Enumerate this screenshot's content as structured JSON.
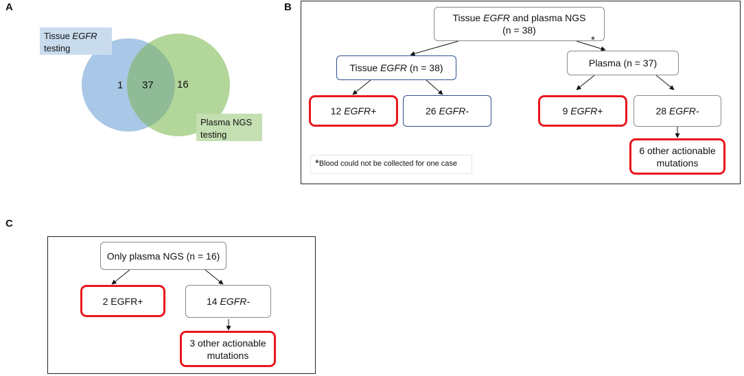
{
  "panels": {
    "a": "A",
    "b": "B",
    "c": "C"
  },
  "venn": {
    "tissue_label_1": "Tissue ",
    "tissue_label_em": "EGFR",
    "tissue_label_2": "testing",
    "plasma_label_1": "Plasma NGS",
    "plasma_label_2": "testing",
    "tissue_only": "1",
    "overlap": "37",
    "plasma_only": "16",
    "colors": {
      "tissue": "#a9c7e6",
      "plasma": "#b3d69b",
      "overlap": "#8fbc96"
    }
  },
  "flow_b": {
    "root_1": "Tissue ",
    "root_em": "EGFR",
    "root_2": " and plasma NGS",
    "root_n": "(n = 38)",
    "star": "*",
    "tissue_1": "Tissue ",
    "tissue_em": "EGFR",
    "tissue_2": " (n = 38)",
    "plasma": "Plasma (n = 37)",
    "t_pos_num": "12 ",
    "t_pos_em": "EGFR+",
    "t_neg_num": "26 ",
    "t_neg_em": "EGFR-",
    "p_pos_num": "9 ",
    "p_pos_em": "EGFR+",
    "p_neg_num": "28 ",
    "p_neg_em": "EGFR-",
    "other_1": "6 other actionable",
    "other_2": "mutations",
    "footnote_star": "*",
    "footnote_text": "Blood could not be collected for one case"
  },
  "flow_c": {
    "root": "Only plasma NGS (n = 16)",
    "pos": "2 EGFR+",
    "neg_num": "14 ",
    "neg_em": "EGFR-",
    "other_1": "3 other actionable",
    "other_2": "mutations"
  },
  "colors": {
    "red_border": "#e8161b",
    "blue_border": "#2c4f8c",
    "grey_border": "#8a8a8a"
  }
}
